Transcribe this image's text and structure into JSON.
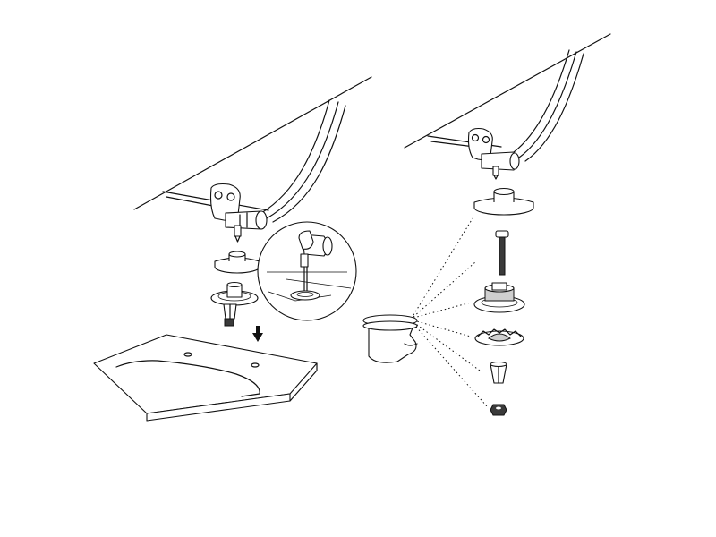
{
  "diagram": {
    "style": "monochrome-line-art",
    "panels": [
      {
        "id": "left",
        "content": "seat-hinge-mounting-onto-basin"
      },
      {
        "id": "right",
        "content": "exploded-hinge-fixing-parts"
      }
    ],
    "colors": {
      "line": "#111111",
      "background": "#ffffff",
      "shade": "#cfcfcf",
      "dark": "#3a3a3a"
    }
  }
}
